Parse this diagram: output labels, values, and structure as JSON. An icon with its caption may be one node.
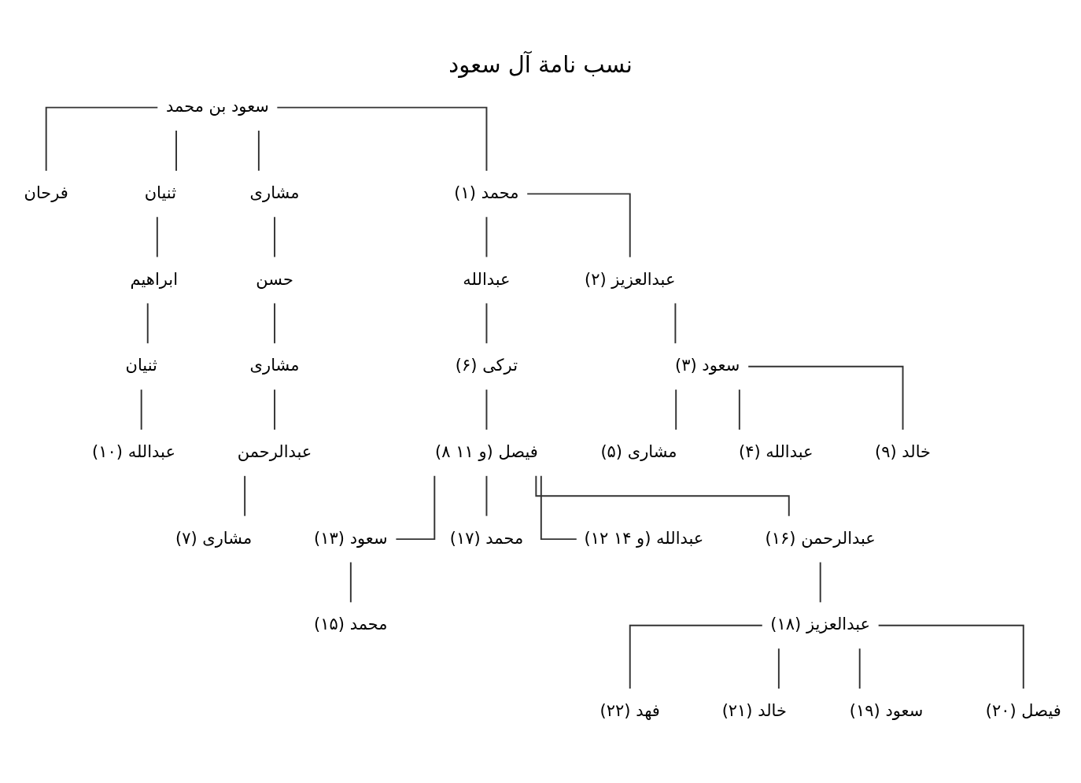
{
  "diagram": {
    "title": "نسب نامة آل سعود",
    "nodes": [
      {
        "text": [
          "سعود بن محمد"
        ]
      },
      {
        "text": [
          "(۱) محمد"
        ]
      },
      {
        "text": [
          "مشاری"
        ]
      },
      {
        "text": [
          "ثنیان"
        ]
      },
      {
        "text": [
          "فرحان"
        ]
      },
      {
        "text": [
          "(۲) عبدالعزیز"
        ]
      },
      {
        "text": [
          "عبدالله"
        ]
      },
      {
        "text": [
          "حسن"
        ]
      },
      {
        "text": [
          "ابراهیم"
        ]
      },
      {
        "text": [
          "(۳) سعود"
        ]
      },
      {
        "text": [
          "(۶) ترکی"
        ]
      },
      {
        "text": [
          "مشاری"
        ]
      },
      {
        "text": [
          "ثنیان"
        ]
      },
      {
        "text": [
          "(۸ و ۱۱) فیصل"
        ]
      },
      {
        "text": [
          "(۱۰) عبدالله"
        ]
      },
      {
        "text": [
          "عبدالرحمن"
        ]
      },
      {
        "text": [
          "(۷) مشاری"
        ]
      },
      {
        "text": [
          "(۹) خالد"
        ]
      },
      {
        "text": [
          "(۴) عبدالله"
        ]
      },
      {
        "text": [
          "(۵) مشاری"
        ]
      },
      {
        "text": [
          "(۱۶) عبدالرحمن"
        ]
      },
      {
        "text": [
          "(۱۲ و ۱۴) عبدالله"
        ]
      },
      {
        "text": [
          "(۱۷) محمد"
        ]
      },
      {
        "text": [
          "(۱۳) سعود"
        ]
      },
      {
        "text": [
          "(۱۸) عبدالعزیز"
        ]
      },
      {
        "text": [
          "(۱۵) محمد"
        ]
      },
      {
        "text": [
          "(۲۰) فیصل"
        ]
      },
      {
        "text": [
          "(۱۹) سعود"
        ]
      },
      {
        "text": [
          "(۲۱) خالد"
        ]
      },
      {
        "text": [
          "(۲۲) فهد"
        ]
      }
    ],
    "edges": [
      {
        "from": 0,
        "to": 1,
        "arrow": "none"
      },
      {
        "from": 0,
        "to": 2,
        "arrow": "none"
      },
      {
        "from": 0,
        "to": 3,
        "arrow": "none"
      },
      {
        "from": 0,
        "to": 4,
        "arrow": "none"
      },
      {
        "from": 1,
        "to": 5,
        "arrow": "none"
      },
      {
        "from": 1,
        "to": 6,
        "arrow": "none"
      },
      {
        "from": 2,
        "to": 7,
        "arrow": "none"
      },
      {
        "from": 3,
        "to": 8,
        "arrow": "none"
      },
      {
        "from": 5,
        "to": 9,
        "arrow": "none"
      },
      {
        "from": 6,
        "to": 10,
        "arrow": "none"
      },
      {
        "from": 7,
        "to": 11,
        "arrow": "none"
      },
      {
        "from": 8,
        "to": 12,
        "arrow": "none"
      },
      {
        "from": 10,
        "to": 13,
        "arrow": "none"
      },
      {
        "from": 12,
        "to": 14,
        "arrow": "none"
      },
      {
        "from": 11,
        "to": 15,
        "arrow": "none"
      },
      {
        "from": 15,
        "to": 16,
        "arrow": "none"
      },
      {
        "from": 9,
        "to": 17,
        "arrow": "none"
      },
      {
        "from": 9,
        "to": 18,
        "arrow": "none"
      },
      {
        "from": 9,
        "to": 19,
        "arrow": "none"
      },
      {
        "from": 13,
        "to": 20,
        "arrow": "none"
      },
      {
        "from": 13,
        "to": 21,
        "arrow": "none"
      },
      {
        "from": 13,
        "to": 22,
        "arrow": "none"
      },
      {
        "from": 13,
        "to": 23,
        "arrow": "none"
      },
      {
        "from": 20,
        "to": 24,
        "arrow": "none"
      },
      {
        "from": 23,
        "to": 25,
        "arrow": "none"
      },
      {
        "from": 24,
        "to": 26,
        "arrow": "none"
      },
      {
        "from": 24,
        "to": 27,
        "arrow": "none"
      },
      {
        "from": 24,
        "to": 28,
        "arrow": "none"
      },
      {
        "from": 24,
        "to": 29,
        "arrow": "none"
      }
    ]
  }
}
